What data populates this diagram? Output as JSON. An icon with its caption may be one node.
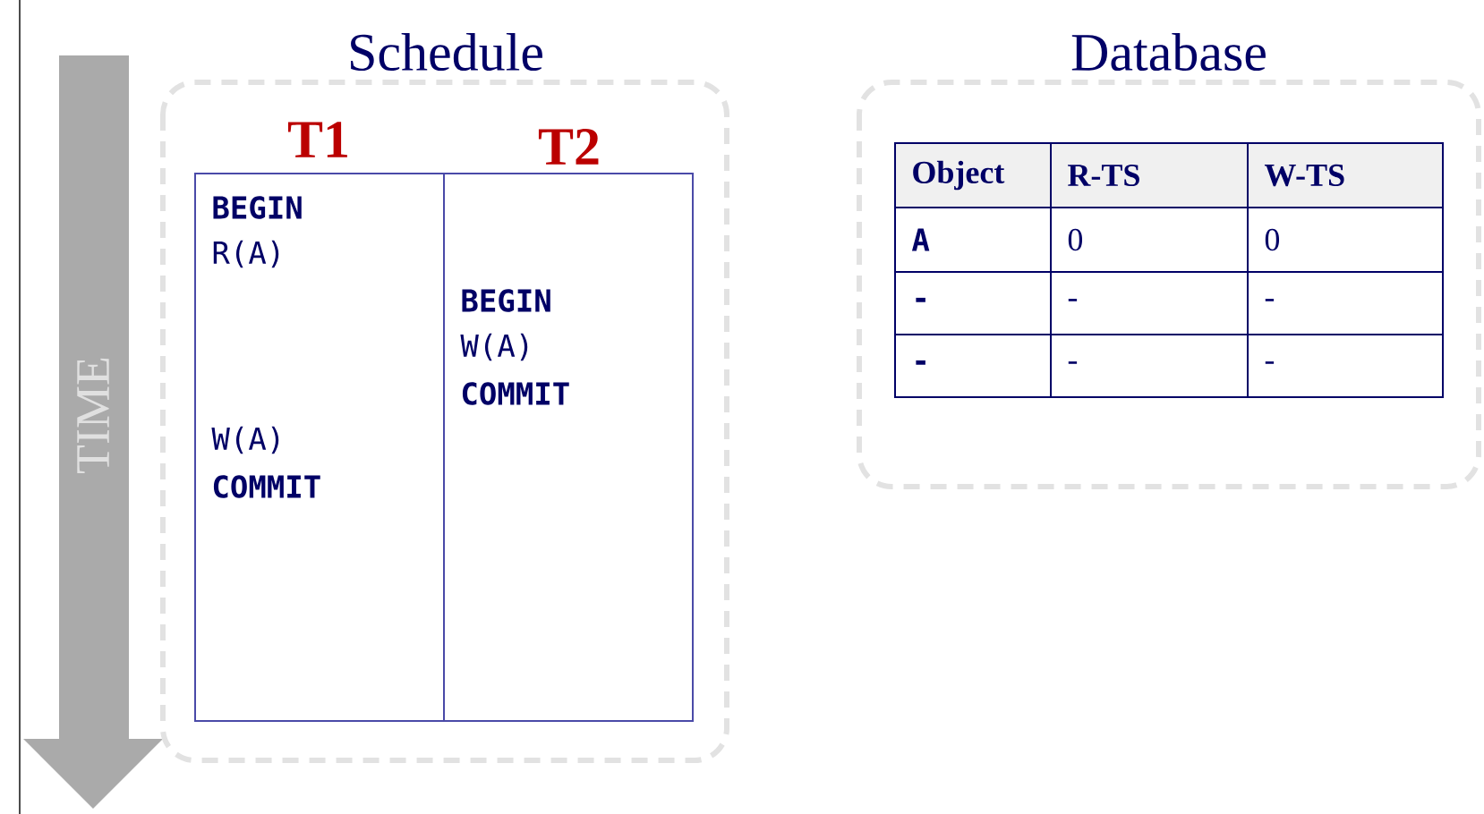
{
  "diagram": {
    "nodes": [
      {
        "text": [
          "Schedule"
        ]
      },
      {
        "text": [
          "T1",
          "BEGIN",
          "R(A)",
          "W(A)",
          "COMMIT"
        ],
        "in": 0
      },
      {
        "text": [
          "T2",
          "BEGIN",
          "W(A)",
          "COMMIT"
        ],
        "in": 0
      },
      {
        "text": [
          "Database"
        ]
      }
    ],
    "labels": [
      "TIME",
      "Object",
      "R-TS",
      "W-TS",
      "A",
      "0",
      "0",
      "-",
      "-",
      "-",
      "-",
      "-",
      "-"
    ]
  }
}
